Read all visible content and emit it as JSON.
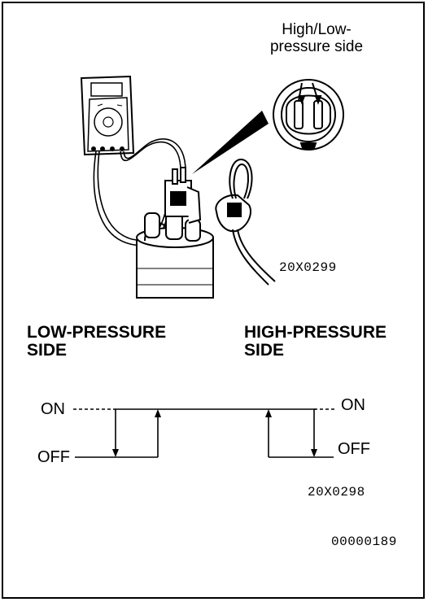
{
  "illustration": {
    "callout_label_line1": "High/Low-",
    "callout_label_line2": "pressure side",
    "code": "20X0299"
  },
  "diagram": {
    "low_pressure_heading_line1": "LOW-PRESSURE",
    "low_pressure_heading_line2": "SIDE",
    "high_pressure_heading_line1": "HIGH-PRESSURE",
    "high_pressure_heading_line2": "SIDE",
    "left_on_label": "ON",
    "left_off_label": "OFF",
    "right_on_label": "ON",
    "right_off_label": "OFF",
    "code": "20X0298"
  },
  "page_code": "00000189"
}
